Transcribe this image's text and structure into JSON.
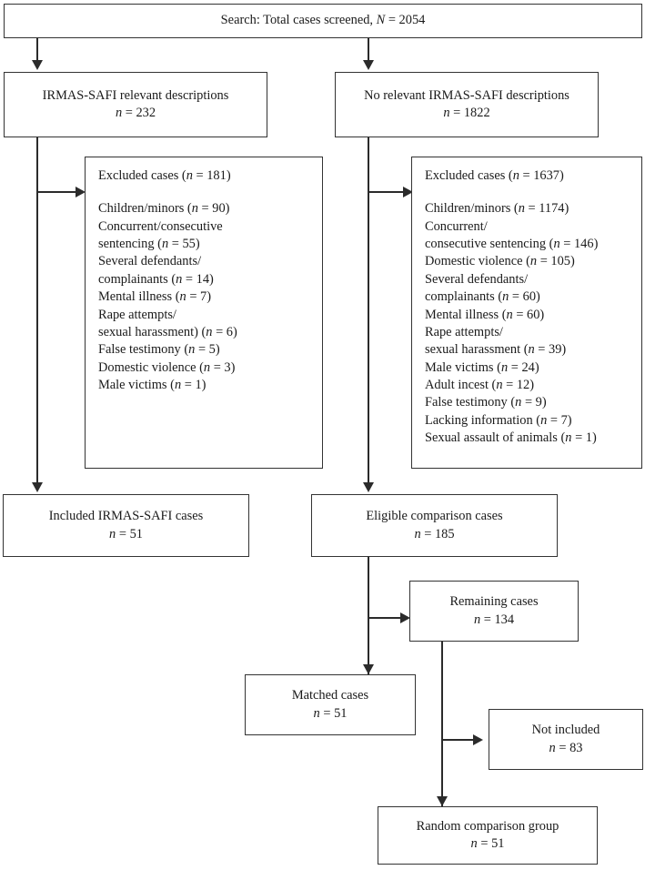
{
  "chart_data": {
    "type": "diagram",
    "title": "Case selection flow diagram",
    "total_screened": 2054
  },
  "nodes": {
    "search": {
      "label": "Search: Total cases screened,",
      "stat_symbol": "N",
      "stat_value": "2054"
    },
    "relevant": {
      "label": "IRMAS-SAFI relevant descriptions",
      "stat_symbol": "n",
      "stat_value": "232"
    },
    "no_relevant": {
      "label": "No relevant IRMAS-SAFI descriptions",
      "stat_symbol": "n",
      "stat_value": "1822"
    },
    "excluded_left": {
      "title_prefix": "Excluded cases (",
      "title_symbol": "n",
      "title_value": "181",
      "title_suffix": ")",
      "items": [
        "Children/minors (n = 90)",
        "Concurrent/consecutive",
        "sentencing (n = 55)",
        "Several defendants/",
        "complainants (n = 14)",
        "Mental illness (n = 7)",
        "Rape attempts/",
        "sexual harassment) (n = 6)",
        "False testimony (n = 5)",
        "Domestic violence (n = 3)",
        "Male victims (n = 1)"
      ]
    },
    "excluded_right": {
      "title_prefix": "Excluded cases (",
      "title_symbol": "n",
      "title_value": "1637",
      "title_suffix": ")",
      "items": [
        "Children/minors (n = 1174)",
        "Concurrent/",
        "consecutive sentencing (n = 146)",
        "Domestic violence (n = 105)",
        "Several defendants/",
        "complainants (n = 60)",
        "Mental illness (n = 60)",
        "Rape attempts/",
        "sexual harassment (n = 39)",
        "Male victims (n = 24)",
        "Adult incest (n = 12)",
        "False testimony (n = 9)",
        "Lacking information (n = 7)",
        "Sexual assault of animals (n = 1)"
      ]
    },
    "included": {
      "label": "Included IRMAS-SAFI cases",
      "stat_symbol": "n",
      "stat_value": "51"
    },
    "eligible": {
      "label": "Eligible comparison cases",
      "stat_symbol": "n",
      "stat_value": "185"
    },
    "remaining": {
      "label": "Remaining cases",
      "stat_symbol": "n",
      "stat_value": "134"
    },
    "matched": {
      "label": "Matched cases",
      "stat_symbol": "n",
      "stat_value": "51"
    },
    "not_included": {
      "label": "Not included",
      "stat_symbol": "n",
      "stat_value": "83"
    },
    "random_group": {
      "label": "Random comparison group",
      "stat_symbol": "n",
      "stat_value": "51"
    }
  },
  "colors": {
    "border": "#333333",
    "line": "#2b2b2b",
    "text": "#1a1a1a",
    "background": "#ffffff"
  }
}
